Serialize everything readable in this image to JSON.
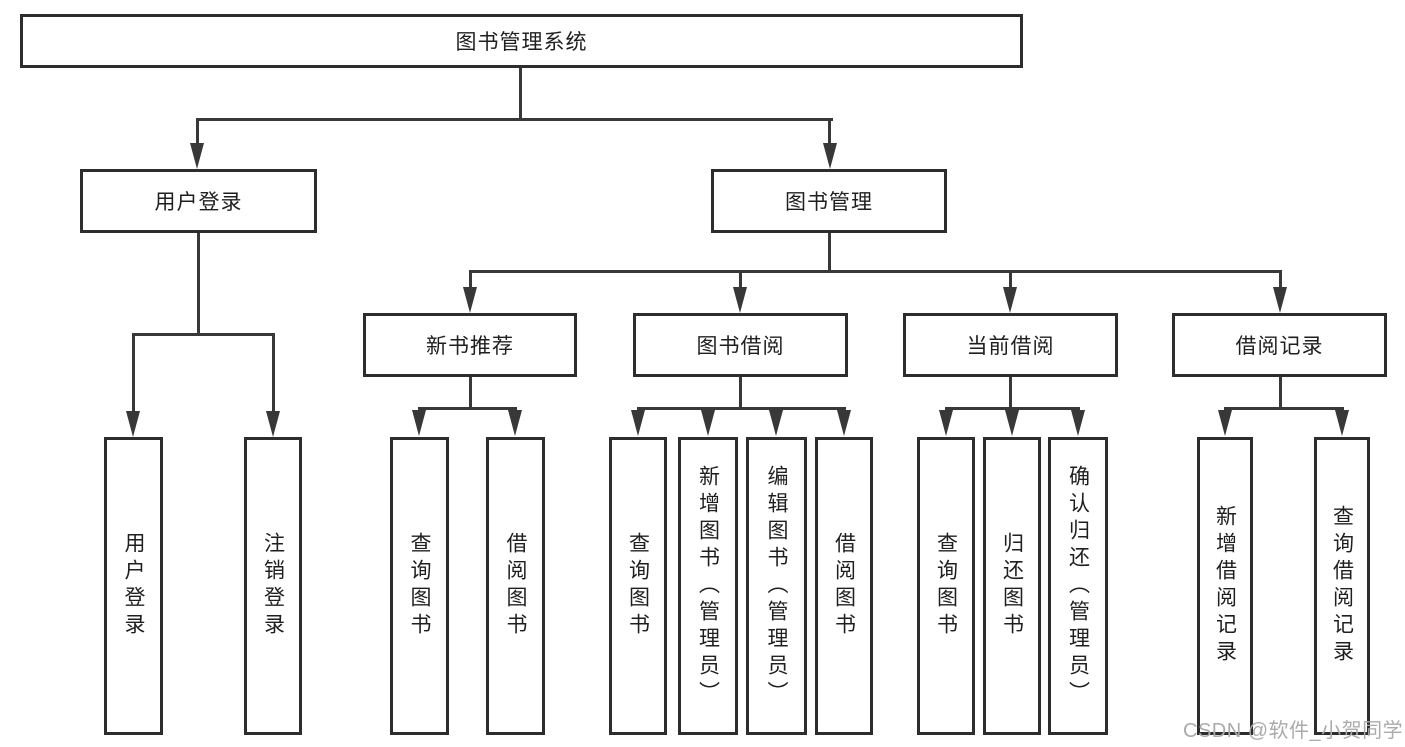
{
  "diagram": {
    "root": "图书管理系统",
    "branches": [
      {
        "label": "用户登录",
        "children": [
          "用户登录",
          "注销登录"
        ]
      },
      {
        "label": "图书管理",
        "groups": [
          {
            "label": "新书推荐",
            "children": [
              "查询图书",
              "借阅图书"
            ]
          },
          {
            "label": "图书借阅",
            "children": [
              "查询图书",
              "新增图书（管理员）",
              "编辑图书（管理员）",
              "借阅图书"
            ]
          },
          {
            "label": "当前借阅",
            "children": [
              "查询图书",
              "归还图书",
              "确认归还（管理员）"
            ]
          },
          {
            "label": "借阅记录",
            "children": [
              "新增借阅记录",
              "查询借阅记录"
            ]
          }
        ]
      }
    ],
    "colors": {
      "line": "#383838",
      "border": "#2d2d2d",
      "text": "#1f1f1f",
      "background": "#ffffff",
      "watermark": "#ababab"
    },
    "watermark": "CSDN @软件_小贺同学"
  }
}
